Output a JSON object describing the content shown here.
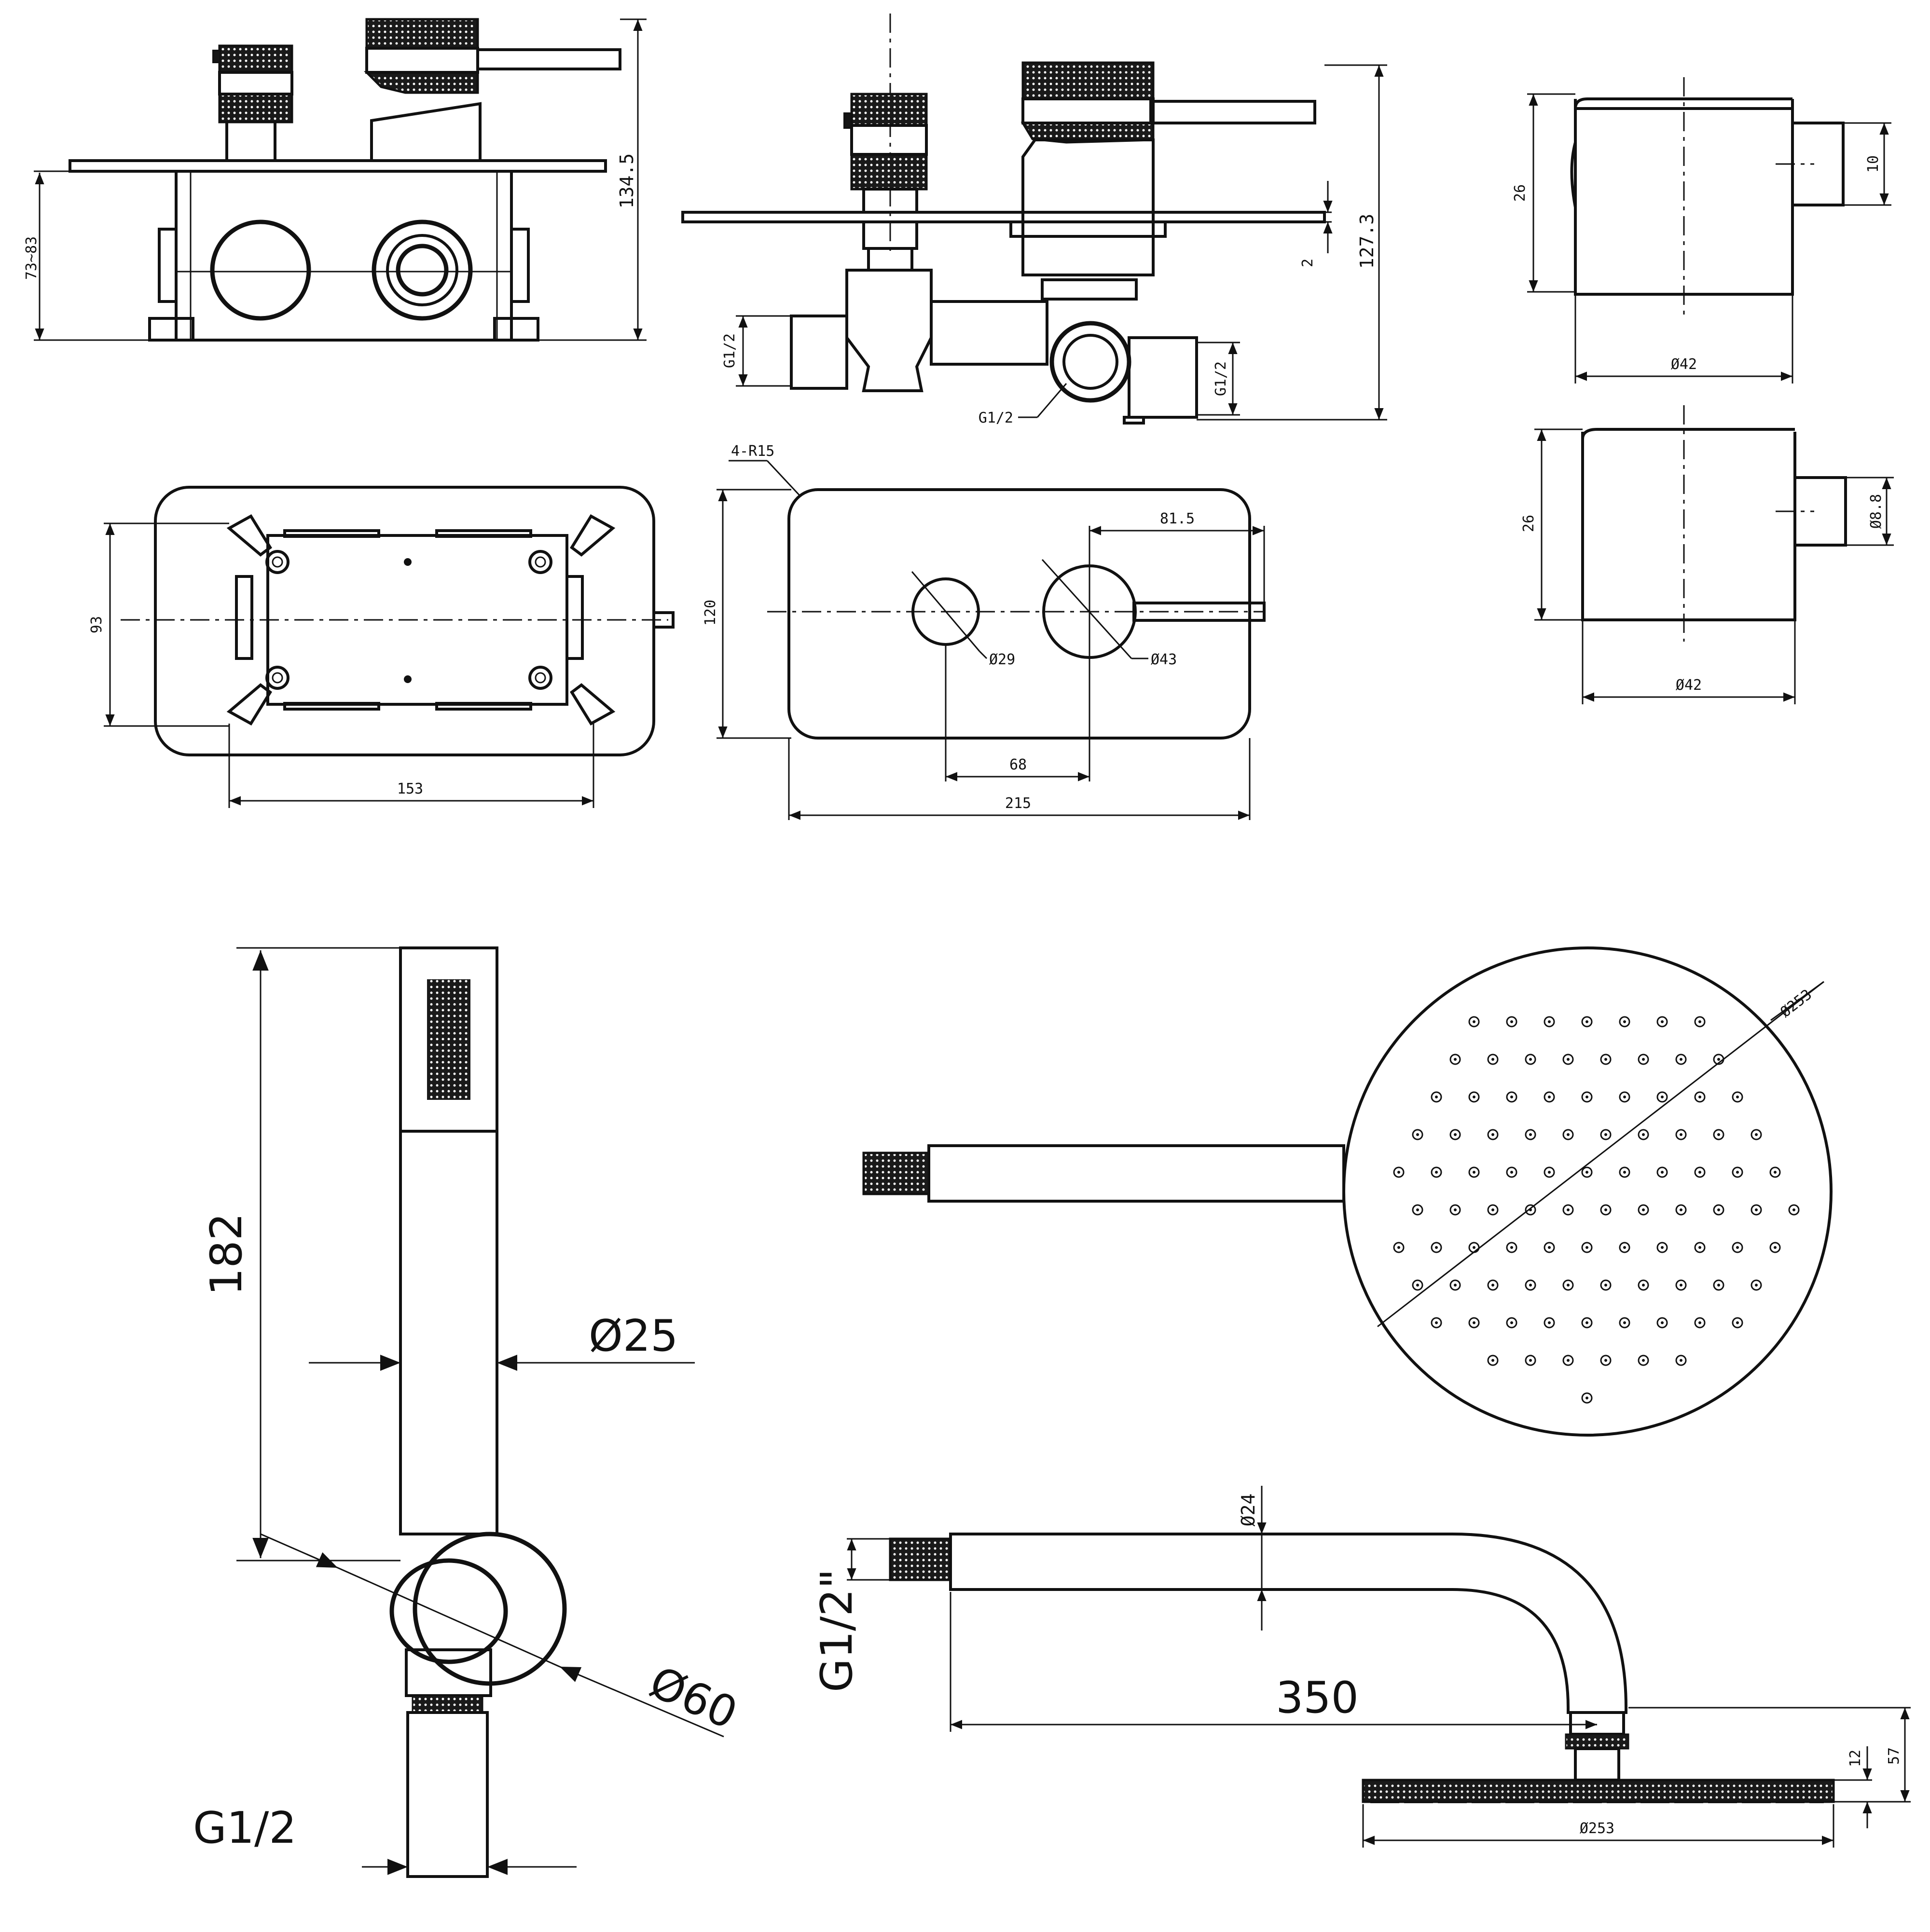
{
  "drawing": {
    "top_view": {
      "height_range": "73~83",
      "overall_height": "134.5"
    },
    "side_view": {
      "height": "127.3",
      "plate_thickness": "2",
      "inlet_left": "G1/2",
      "inlet_center": "G1/2",
      "outlet_right": "G1/2"
    },
    "box_plan": {
      "height": "93",
      "width": "153"
    },
    "plate_front": {
      "corner_radius": "4-R15",
      "height": "120",
      "lever_offset": "81.5",
      "small_knob_dia": "Ø29",
      "large_knob_dia": "Ø43",
      "knob_spacing": "68",
      "width": "215"
    },
    "knob_upper": {
      "height": "26",
      "stem": "10",
      "diameter": "Ø42"
    },
    "knob_lower": {
      "height": "26",
      "stem": "Ø8.8",
      "diameter": "Ø42"
    },
    "hand_shower": {
      "length": "182",
      "handle_dia": "Ø25",
      "outlet_dia": "Ø60",
      "thread": "G1/2"
    },
    "shower_head_top": {
      "diameter": "Ø253"
    },
    "shower_arm": {
      "tube_dia": "Ø24",
      "thread": "G1/2\"",
      "arm_length": "350",
      "head_thickness": "12",
      "drop": "57",
      "head_dia": "Ø253"
    }
  }
}
